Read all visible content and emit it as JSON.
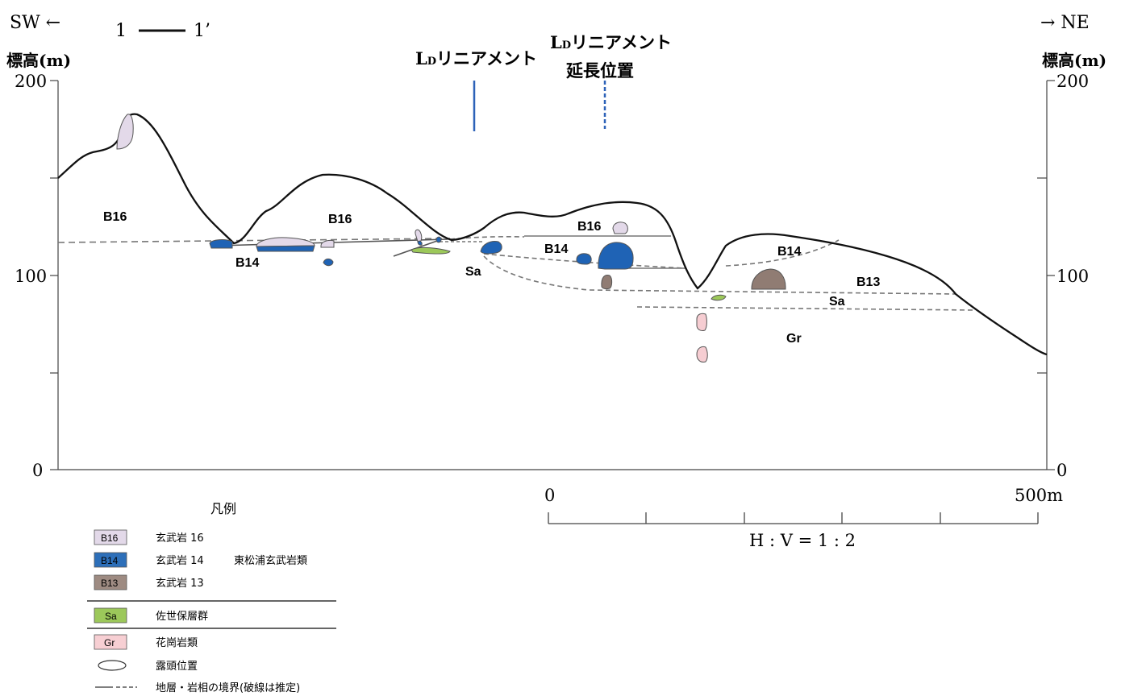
{
  "header": {
    "left_direction": "SW ←",
    "right_direction": "→ NE",
    "section_start": "1",
    "section_end": "1’"
  },
  "axes": {
    "ylabel_left": "標高(m)",
    "ylabel_right": "標高(m)",
    "left_ticks": [
      "200",
      "100",
      "0"
    ],
    "right_ticks": [
      "200",
      "100",
      "0"
    ],
    "ylim": [
      0,
      200
    ]
  },
  "lineament": {
    "main_label_line1": "L",
    "main_label_sub": "D",
    "main_label_rest": "リニアメント",
    "extension_label_line1_rest": "リニアメント",
    "extension_label_line2": "延長位置"
  },
  "unit_labels": {
    "b16_left": "B16",
    "b16_middle": "B16",
    "b16_right": "B16",
    "b14_left": "B14",
    "b14_middle": "B14",
    "b14_right": "B14",
    "sa_left": "Sa",
    "b13": "B13",
    "sa_right": "Sa",
    "gr": "Gr"
  },
  "scale_bar": {
    "start": "0",
    "end": "500m",
    "ratio": "H : V = 1 : 2",
    "segments": 5
  },
  "legend": {
    "title": "凡例",
    "items": [
      {
        "code": "B16",
        "label": "玄武岩 16",
        "color": "#e3d9e9"
      },
      {
        "code": "B14",
        "label": "玄武岩 14",
        "color": "#2d6fb9",
        "group": "東松浦玄武岩類"
      },
      {
        "code": "B13",
        "label": "玄武岩 13",
        "color": "#9e8b82"
      },
      {
        "code": "Sa",
        "label": "佐世保層群",
        "color": "#9cc85a"
      },
      {
        "code": "Gr",
        "label": "花崗岩類",
        "color": "#f7cfd3"
      }
    ],
    "outcrop_label": "露頭位置",
    "boundary_label": "地層・岩相の境界(破線は推定)"
  },
  "colors": {
    "b16": "#e3d9e9",
    "b14": "#1f63b5",
    "b13": "#907c73",
    "sa": "#9cc85a",
    "gr": "#f6cdd2",
    "lineament": "#2d62b8"
  }
}
